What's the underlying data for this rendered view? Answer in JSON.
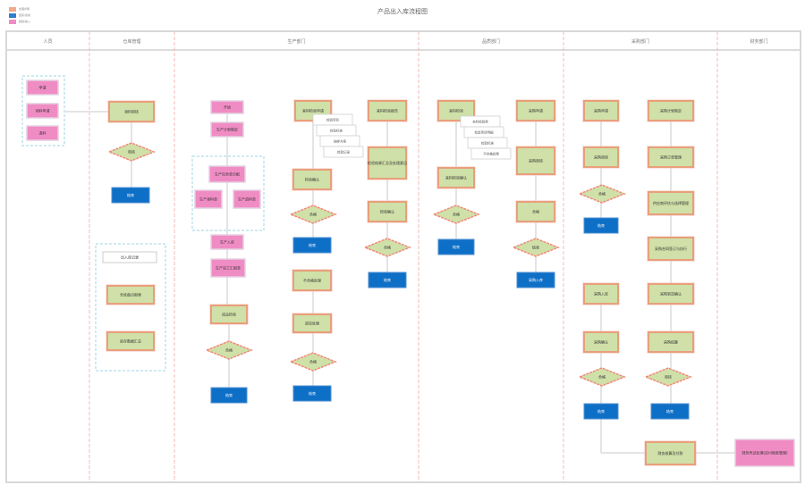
{
  "title": "产品出入库流程图",
  "legend": [
    {
      "label": "处理步骤",
      "color": "#f0a98a"
    },
    {
      "label": "结束/完成",
      "color": "#2f7fcf"
    },
    {
      "label": "起始/输入",
      "color": "#f08cc4"
    }
  ],
  "colors": {
    "process_fill": "#cfe0a8",
    "process_border": "#e8a07a",
    "input_fill": "#f08cc4",
    "end_fill": "#0e6fc6",
    "lane_divider": "#f4b8b8",
    "group_border": "#bfe3ee"
  },
  "lanes": [
    "人员",
    "仓库管理",
    "生产部门",
    "品质部门",
    "采购部门",
    "财务部门"
  ],
  "nodes": [
    "申请",
    "领料申请",
    "退料",
    "领料审核",
    "审核",
    "结束",
    "出入库记录",
    "仓库盘点报表",
    "库存数据汇总",
    "开始",
    "生产计划制定",
    "生产任务单分配",
    "生产领料单",
    "生产退料单",
    "生产入库",
    "生产完工汇报单",
    "成品检验",
    "合格",
    "结束",
    "来料检验申请",
    "检验确认",
    "合格",
    "结束",
    "不合格处理",
    "退货处理",
    "合格",
    "结束",
    "来料检验报告",
    "检验结果汇总及处理意见",
    "检验确认",
    "合格",
    "结束",
    "来料检验",
    "来料检验确认",
    "合格",
    "结束",
    "采购申请",
    "采购审核",
    "合格",
    "结束",
    "采购入库",
    "采购确认",
    "合格",
    "结束",
    "采购计划制定",
    "采购订单管理",
    "供应商评估与选择管理",
    "采购合同签订与执行",
    "采购到货确认",
    "采购结算",
    "审核",
    "结束",
    "财务核算及付款",
    "财务凭证处理(应付账款管理)"
  ],
  "notes": [
    [
      "检验项目",
      "检验标准",
      "抽样方案",
      "检验记录"
    ],
    [
      "来料检验单",
      "检验项目明细",
      "检验标准",
      "不合格处理"
    ]
  ]
}
